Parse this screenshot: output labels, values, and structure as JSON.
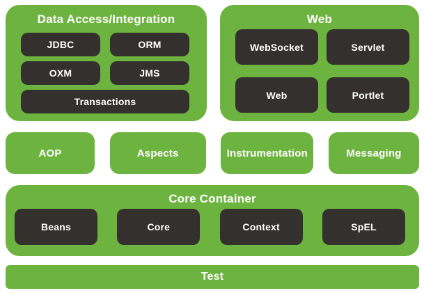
{
  "colors": {
    "green": "#6DB33F",
    "dark": "#34302D",
    "text_on_green": "#FFFFFF",
    "text_on_dark": "#FFFFFF",
    "page_background": "#FFFFFF"
  },
  "layers": {
    "data_access": {
      "title": "Data Access/Integration",
      "modules": [
        "JDBC",
        "ORM",
        "OXM",
        "JMS",
        "Transactions"
      ]
    },
    "web": {
      "title": "Web",
      "modules": [
        "WebSocket",
        "Servlet",
        "Web",
        "Portlet"
      ]
    },
    "standalone": {
      "modules": [
        "AOP",
        "Aspects",
        "Instrumentation",
        "Messaging"
      ]
    },
    "core_container": {
      "title": "Core Container",
      "modules": [
        "Beans",
        "Core",
        "Context",
        "SpEL"
      ]
    },
    "test": {
      "title": "Test"
    }
  }
}
